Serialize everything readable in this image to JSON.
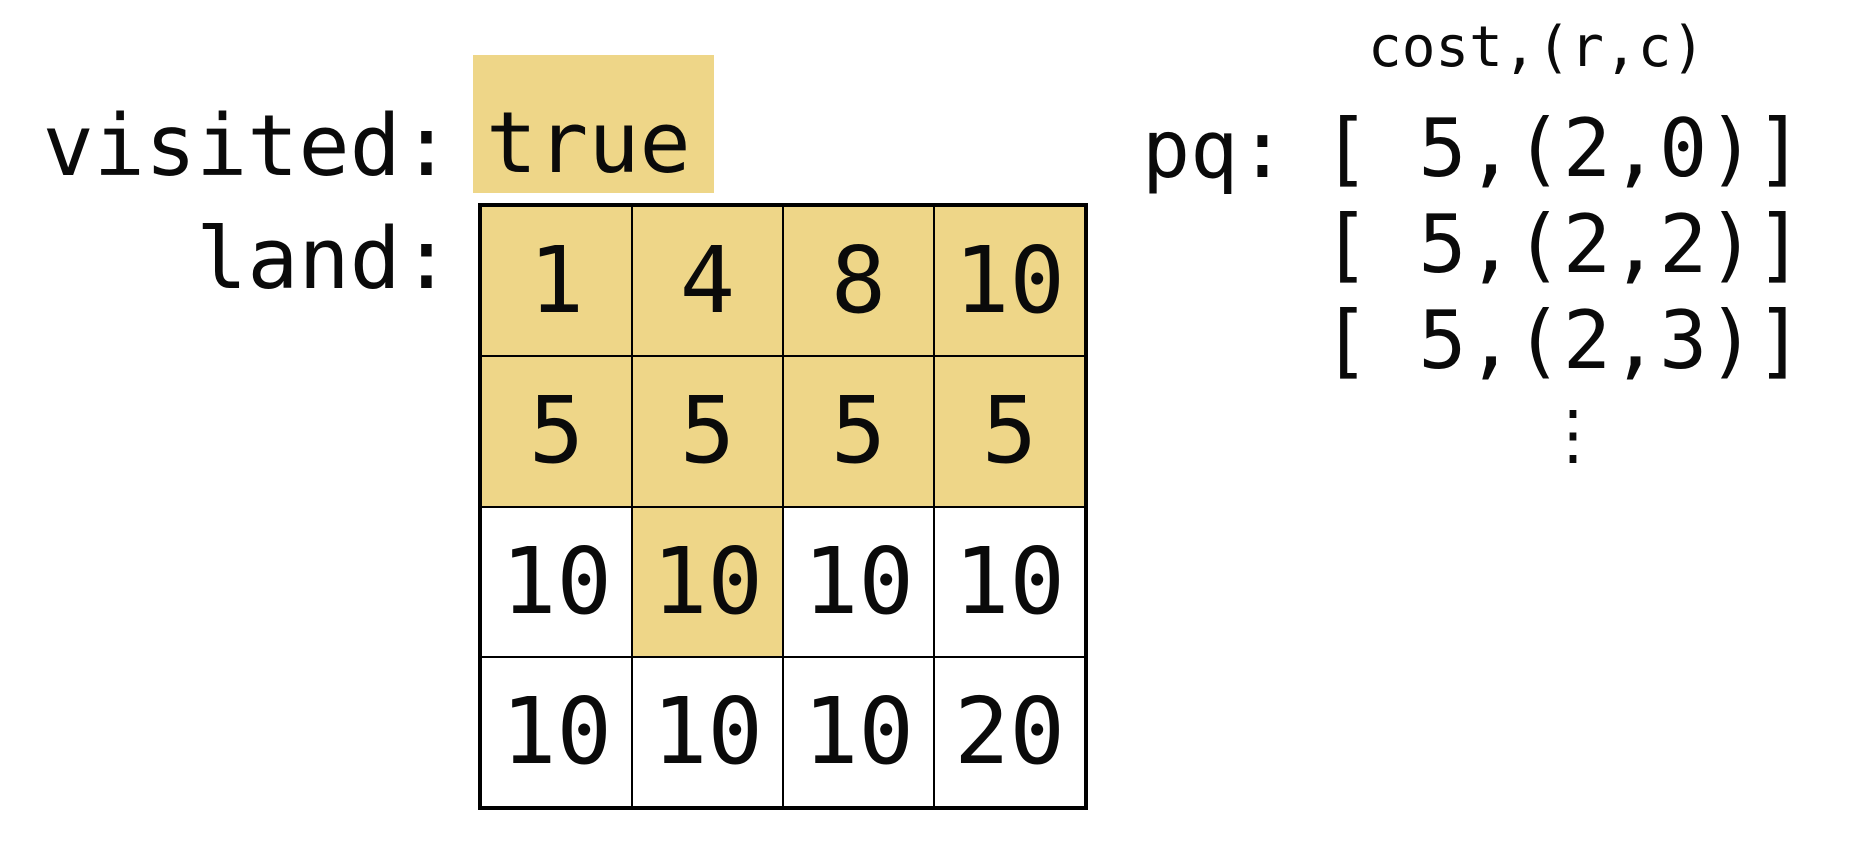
{
  "colors": {
    "highlight": "#EED688",
    "grid_line": "#000000",
    "text": "#0a0a0a",
    "background": "#ffffff"
  },
  "visited": {
    "label": "visited:",
    "value": "true",
    "value_highlighted": true
  },
  "land": {
    "label": "land:",
    "grid": {
      "rows": 4,
      "cols": 4,
      "cells": [
        [
          {
            "value": "1",
            "highlighted": true
          },
          {
            "value": "4",
            "highlighted": true
          },
          {
            "value": "8",
            "highlighted": true
          },
          {
            "value": "10",
            "highlighted": true
          }
        ],
        [
          {
            "value": "5",
            "highlighted": true
          },
          {
            "value": "5",
            "highlighted": true
          },
          {
            "value": "5",
            "highlighted": true
          },
          {
            "value": "5",
            "highlighted": true
          }
        ],
        [
          {
            "value": "10",
            "highlighted": false
          },
          {
            "value": "10",
            "highlighted": true
          },
          {
            "value": "10",
            "highlighted": false
          },
          {
            "value": "10",
            "highlighted": false
          }
        ],
        [
          {
            "value": "10",
            "highlighted": false
          },
          {
            "value": "10",
            "highlighted": false
          },
          {
            "value": "10",
            "highlighted": false
          },
          {
            "value": "20",
            "highlighted": false
          }
        ]
      ]
    }
  },
  "pq": {
    "label": "pq:",
    "header": "cost,(r,c)",
    "entries": [
      "[ 5,(2,0)]",
      "[ 5,(2,2)]",
      "[ 5,(2,3)]"
    ],
    "ellipsis": "⋮"
  }
}
